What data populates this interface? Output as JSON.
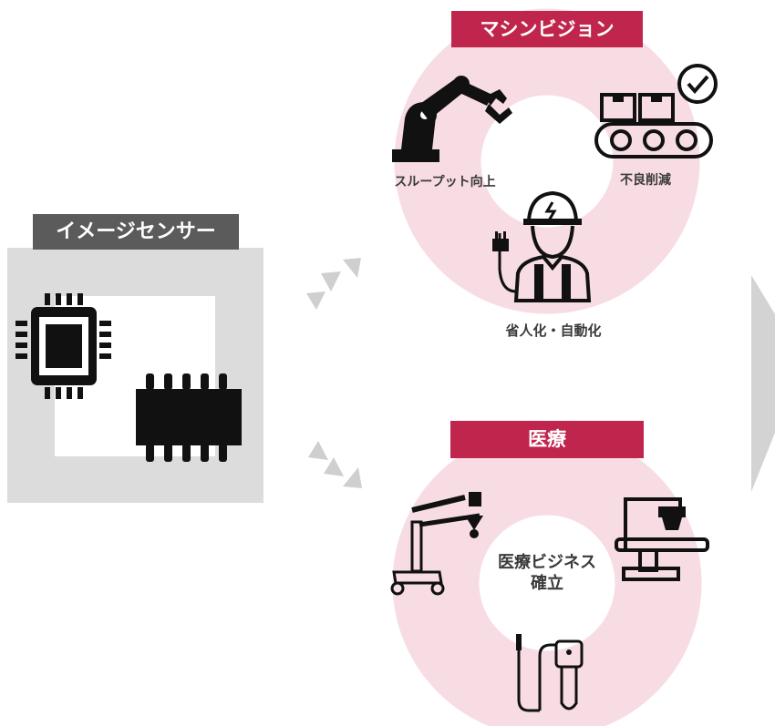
{
  "image_sensor": {
    "title": "イメージセンサー"
  },
  "machine_vision": {
    "title": "マシンビジョン",
    "items": {
      "throughput": "スループット向上",
      "defect_reduction": "不良削減",
      "labor_saving": "省人化・自動化"
    }
  },
  "medical": {
    "title": "医療",
    "center_line1": "医療ビジネス",
    "center_line2": "確立"
  },
  "colors": {
    "accent_red": "#c0264d",
    "ring_pink": "#f7dce3",
    "label_gray": "#5b5b5b",
    "panel_gray": "#dcdcdc",
    "arrow_gray": "#d3d3d3"
  }
}
